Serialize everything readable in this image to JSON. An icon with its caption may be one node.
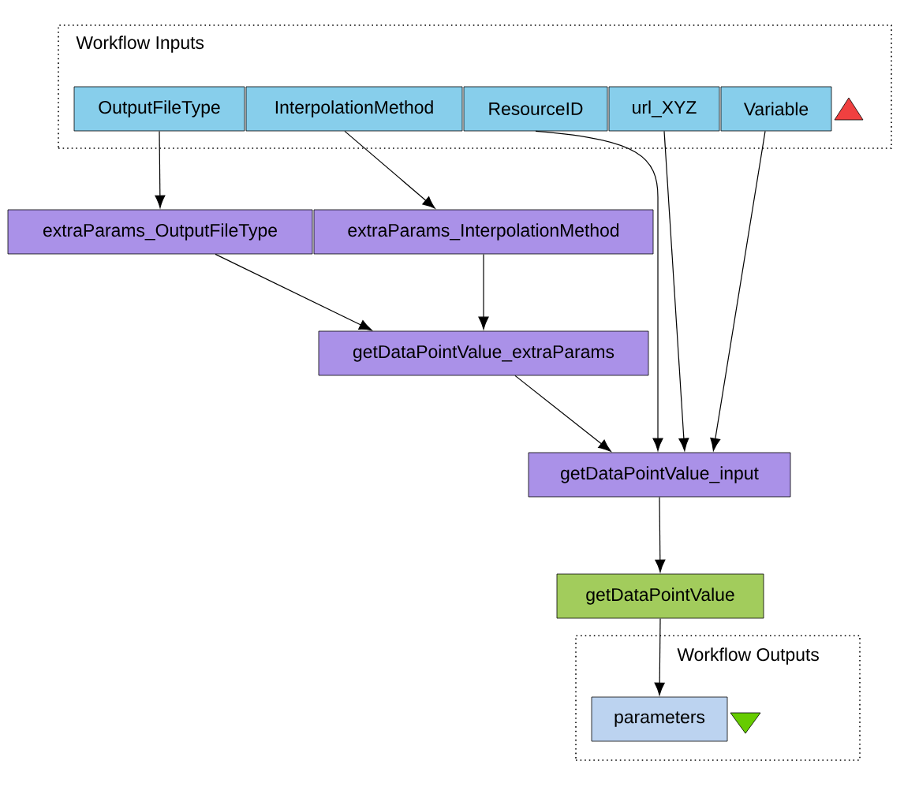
{
  "diagram": {
    "nodes": [
      {
        "text": [
          "Workflow Inputs"
        ]
      },
      {
        "text": [
          "OutputFileType"
        ],
        "in": 0
      },
      {
        "text": [
          "InterpolationMethod"
        ],
        "in": 0
      },
      {
        "text": [
          "ResourceID"
        ],
        "in": 0
      },
      {
        "text": [
          "url_XYZ"
        ],
        "in": 0
      },
      {
        "text": [
          "Variable"
        ],
        "in": 0
      },
      {
        "text": [
          "extraParams_OutputFileType"
        ]
      },
      {
        "text": [
          "extraParams_InterpolationMethod"
        ]
      },
      {
        "text": [
          "getDataPointValue_extraParams"
        ]
      },
      {
        "text": [
          "getDataPointValue_input"
        ]
      },
      {
        "text": [
          "getDataPointValue"
        ]
      },
      {
        "text": [
          "Workflow Outputs"
        ]
      },
      {
        "text": [
          "parameters"
        ],
        "in": 11
      }
    ],
    "edges": [
      {
        "from": 1,
        "to": 6,
        "arrow": "to"
      },
      {
        "from": 2,
        "to": 7,
        "arrow": "to"
      },
      {
        "from": 6,
        "to": 8,
        "arrow": "to"
      },
      {
        "from": 7,
        "to": 8,
        "arrow": "to"
      },
      {
        "from": 8,
        "to": 9,
        "arrow": "to"
      },
      {
        "from": 3,
        "to": 9,
        "arrow": "to"
      },
      {
        "from": 4,
        "to": 9,
        "arrow": "to"
      },
      {
        "from": 5,
        "to": 9,
        "arrow": "to"
      },
      {
        "from": 9,
        "to": 10,
        "arrow": "to"
      },
      {
        "from": 10,
        "to": 12,
        "arrow": "to"
      }
    ]
  }
}
